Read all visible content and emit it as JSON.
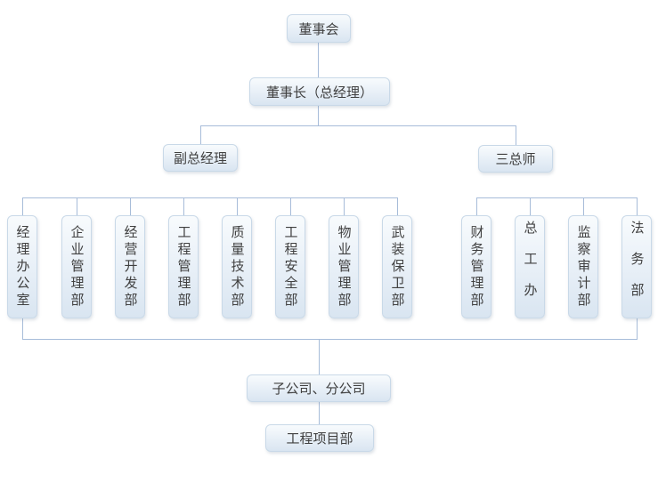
{
  "org_chart": {
    "root": {
      "label": "董事会"
    },
    "chairman": {
      "label": "董事长（总经理）"
    },
    "deputy_gm": {
      "label": "副总经理"
    },
    "three_chiefs": {
      "label": "三总师"
    },
    "departments_left": [
      {
        "label": "经理办公室"
      },
      {
        "label": "企业管理部"
      },
      {
        "label": "经营开发部"
      },
      {
        "label": "工程管理部"
      },
      {
        "label": "质量技术部"
      },
      {
        "label": "工程安全部"
      },
      {
        "label": "物业管理部"
      },
      {
        "label": "武装保卫部"
      }
    ],
    "departments_right": [
      {
        "label": "财务管理部"
      },
      {
        "label": "总工办"
      },
      {
        "label": "监察审计部"
      },
      {
        "label": "法务部"
      }
    ],
    "subsidiaries": {
      "label": "子公司、分公司"
    },
    "project_dept": {
      "label": "工程项目部"
    },
    "colors": {
      "background": "#ffffff",
      "node_fill_top": "#f8fbfd",
      "node_fill_bottom": "#d9e5f1",
      "node_border": "#c9d9e8",
      "connector_line": "#a7bcd9",
      "text": "#404040"
    }
  }
}
